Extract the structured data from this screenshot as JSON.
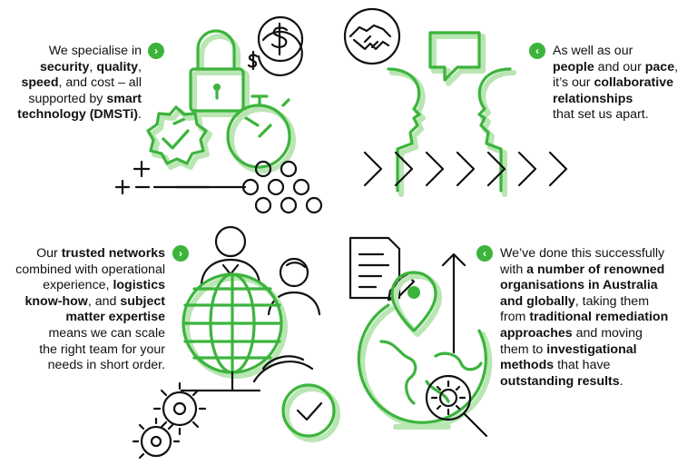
{
  "panels": {
    "p1": [
      "We specialise in ",
      {
        "b": "security"
      },
      ", ",
      {
        "b": "quality"
      },
      ",\n",
      {
        "b": "speed"
      },
      ", and cost – all\nsupported by ",
      {
        "b": "smart\ntechnology (DMSTi)"
      },
      "."
    ],
    "p2": [
      "As well as our\n",
      {
        "b": "people"
      },
      " and our ",
      {
        "b": "pace"
      },
      ",\nit’s our ",
      {
        "b": "collaborative\nrelationships"
      },
      "\nthat set us apart."
    ],
    "p3": [
      "Our ",
      {
        "b": "trusted networks"
      },
      "\ncombined with operational\nexperience, ",
      {
        "b": "logistics\nknow-how"
      },
      ", and ",
      {
        "b": "subject\nmatter expertise"
      },
      "\nmeans we can scale\nthe right team for your\nneeds in short order."
    ],
    "p4": [
      "We’ve done this successfully\nwith ",
      {
        "b": "a number of renowned\norganisations in Australia\nand globally"
      },
      ", taking them\nfrom ",
      {
        "b": "traditional remediation\napproaches"
      },
      " and moving\nthem to ",
      {
        "b": "investigational\nmethods"
      },
      " that have\n",
      {
        "b": "outstanding results"
      },
      "."
    ]
  },
  "badges": {
    "next": "›",
    "prev": "‹"
  },
  "colors": {
    "accent": "#3cb43c",
    "accent_light": "#b9e6b3",
    "ink": "#111111"
  },
  "icons": {
    "p1": [
      "dollar-coin-icon",
      "padlock-icon",
      "award-badge-check-icon",
      "stopwatch-icon",
      "circle-node-network-icon"
    ],
    "p2": [
      "handshake-icon",
      "speech-bubble-icon",
      "two-faces-profile-icon",
      "forward-chevrons-icon"
    ],
    "p3": [
      "people-avatars-icon",
      "globe-icon",
      "gears-icon",
      "checkmark-circle-icon"
    ],
    "p4": [
      "document-pen-icon",
      "up-arrow-icon",
      "location-pin-icon",
      "earth-globe-icon",
      "magnifier-virus-icon"
    ]
  }
}
